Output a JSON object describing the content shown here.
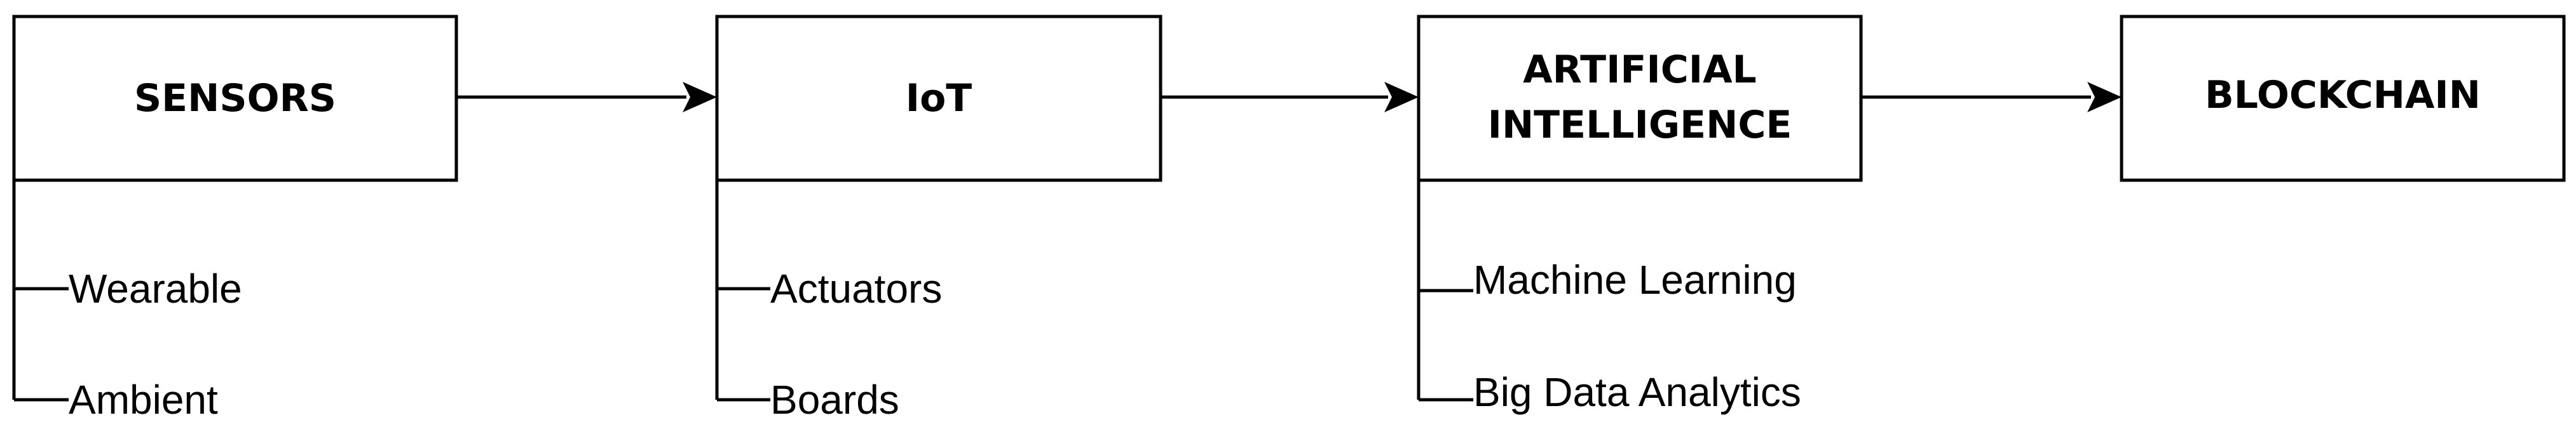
{
  "boxes": [
    {
      "lines": [
        "SENSORS"
      ],
      "items": [
        "Wearable",
        "Ambient"
      ]
    },
    {
      "lines": [
        "IoT"
      ],
      "items": [
        "Actuators",
        "Boards"
      ]
    },
    {
      "lines": [
        "ARTIFICIAL",
        "INTELLIGENCE"
      ],
      "items": [
        "Machine Learning",
        "Big Data Analytics"
      ]
    },
    {
      "lines": [
        "BLOCKCHAIN"
      ],
      "items": []
    }
  ],
  "connections": [
    {
      "from": "SENSORS",
      "to": "IoT"
    },
    {
      "from": "IoT",
      "to": "ARTIFICIAL INTELLIGENCE"
    },
    {
      "from": "ARTIFICIAL INTELLIGENCE",
      "to": "BLOCKCHAIN"
    }
  ],
  "colors": {
    "stroke": "#000000",
    "background": "#ffffff"
  }
}
